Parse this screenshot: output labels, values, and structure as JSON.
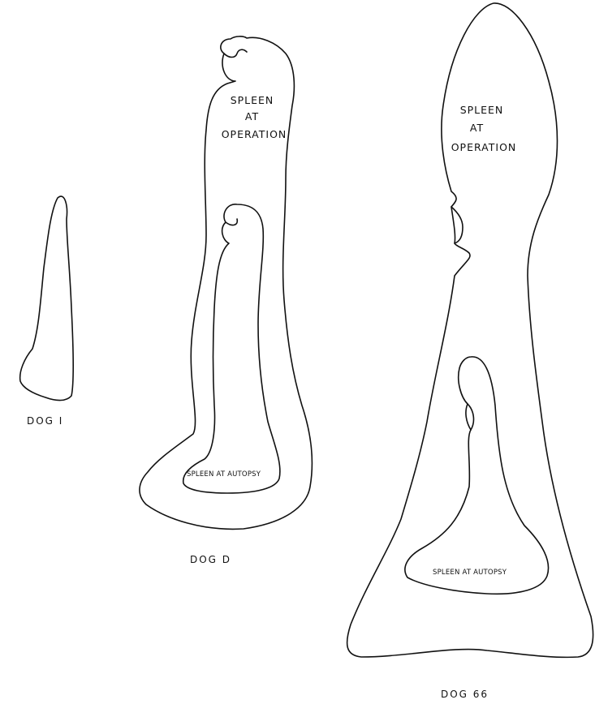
{
  "dogs": {
    "dog1": {
      "caption": "DOG I"
    },
    "dogD": {
      "operation_label": [
        "SPLEEN",
        "AT",
        "OPERATION"
      ],
      "autopsy_label": "SPLEEN AT AUTOPSY",
      "caption": "DOG D"
    },
    "dog66": {
      "operation_label": [
        "SPLEEN",
        "AT",
        "OPERATION"
      ],
      "autopsy_label": "SPLEEN AT AUTOPSY",
      "caption": "DOG 66"
    }
  },
  "colors": {
    "ink": "#111111",
    "paper": "#ffffff"
  }
}
